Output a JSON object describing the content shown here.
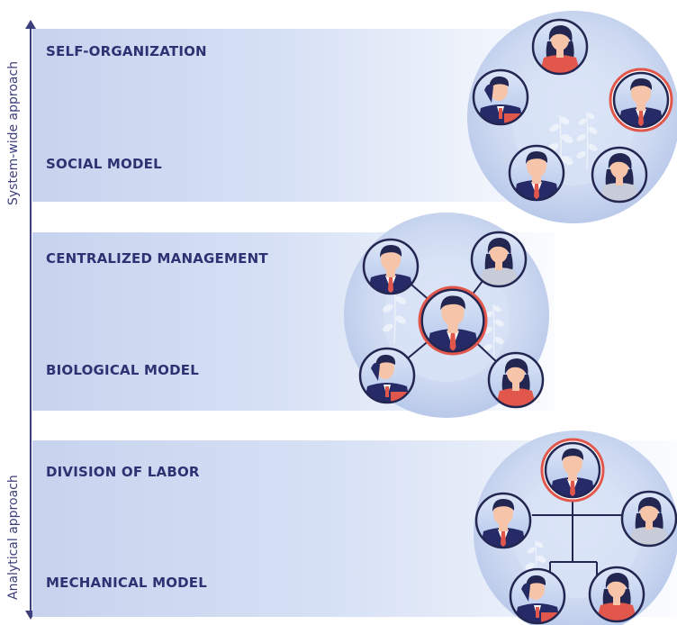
{
  "axis": {
    "top_label": "System-wide approach",
    "bottom_label": "Analytical approach"
  },
  "levels": [
    {
      "title": "SELF-ORGANIZATION",
      "model": "SOCIAL MODEL"
    },
    {
      "title": "CENTRALIZED MANAGEMENT",
      "model": "BIOLOGICAL MODEL"
    },
    {
      "title": "DIVISION OF LABOR",
      "model": "MECHANICAL MODEL"
    }
  ],
  "colors": {
    "navy": "#2e3172",
    "band": "#d6e0f5",
    "accent_red": "#e2574c",
    "skin": "#f6c4a8",
    "hair_dark": "#232650"
  }
}
